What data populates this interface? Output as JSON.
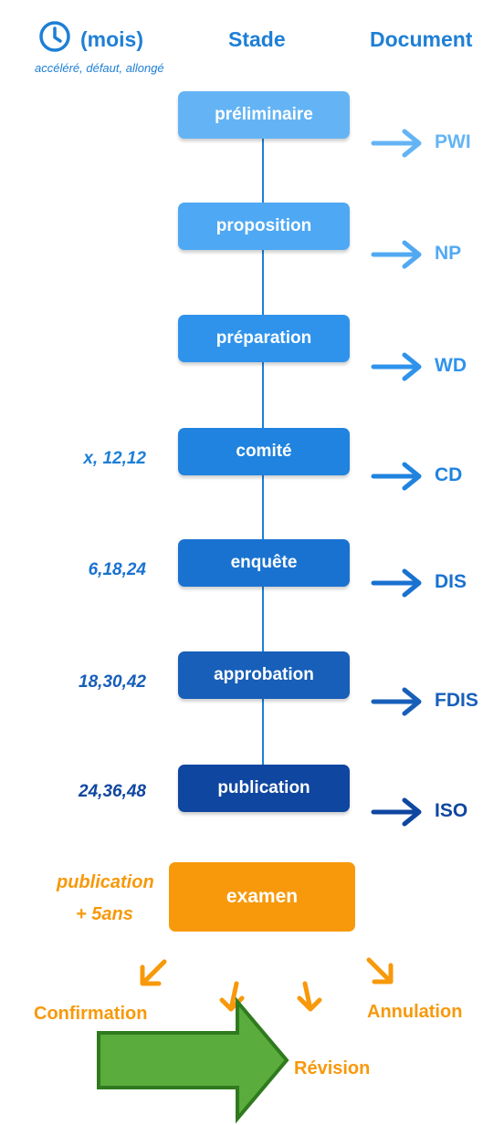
{
  "header": {
    "time_label": "(mois)",
    "time_sub": "accéléré, défaut, allongé",
    "stage_label": "Stade",
    "document_label": "Document"
  },
  "stages": [
    {
      "label": "préliminaire",
      "timing": "",
      "doc": "PWI",
      "color": "#64b4f5",
      "arrow_color": "#64b4f5"
    },
    {
      "label": "proposition",
      "timing": "",
      "doc": "NP",
      "color": "#4fa8f3",
      "arrow_color": "#52a9f2"
    },
    {
      "label": "préparation",
      "timing": "",
      "doc": "WD",
      "color": "#2f93ec",
      "arrow_color": "#2f93ec"
    },
    {
      "label": "comité",
      "timing": "x, 12,12",
      "doc": "CD",
      "color": "#1f83df",
      "arrow_color": "#1f83df"
    },
    {
      "label": "enquête",
      "timing": "6,18,24",
      "doc": "DIS",
      "color": "#1a72d0",
      "arrow_color": "#1a72d0"
    },
    {
      "label": "approbation",
      "timing": "18,30,42",
      "doc": "FDIS",
      "color": "#175fb9",
      "arrow_color": "#175fb9"
    },
    {
      "label": "publication",
      "timing": "24,36,48",
      "doc": "ISO",
      "color": "#0f46a0",
      "arrow_color": "#0f46a0"
    }
  ],
  "review": {
    "label": "examen",
    "timing_line1": "publication",
    "timing_line2": "+ 5ans",
    "color": "#f7990b"
  },
  "outcomes": {
    "confirmation": "Confirmation",
    "revision": "Révision",
    "annulation": "Annulation"
  },
  "colors": {
    "blue_text": "#1e7fd6",
    "orange": "#f7990b",
    "green_arrow": "#5aac3c",
    "green_arrow_border": "#2f7a1e"
  }
}
